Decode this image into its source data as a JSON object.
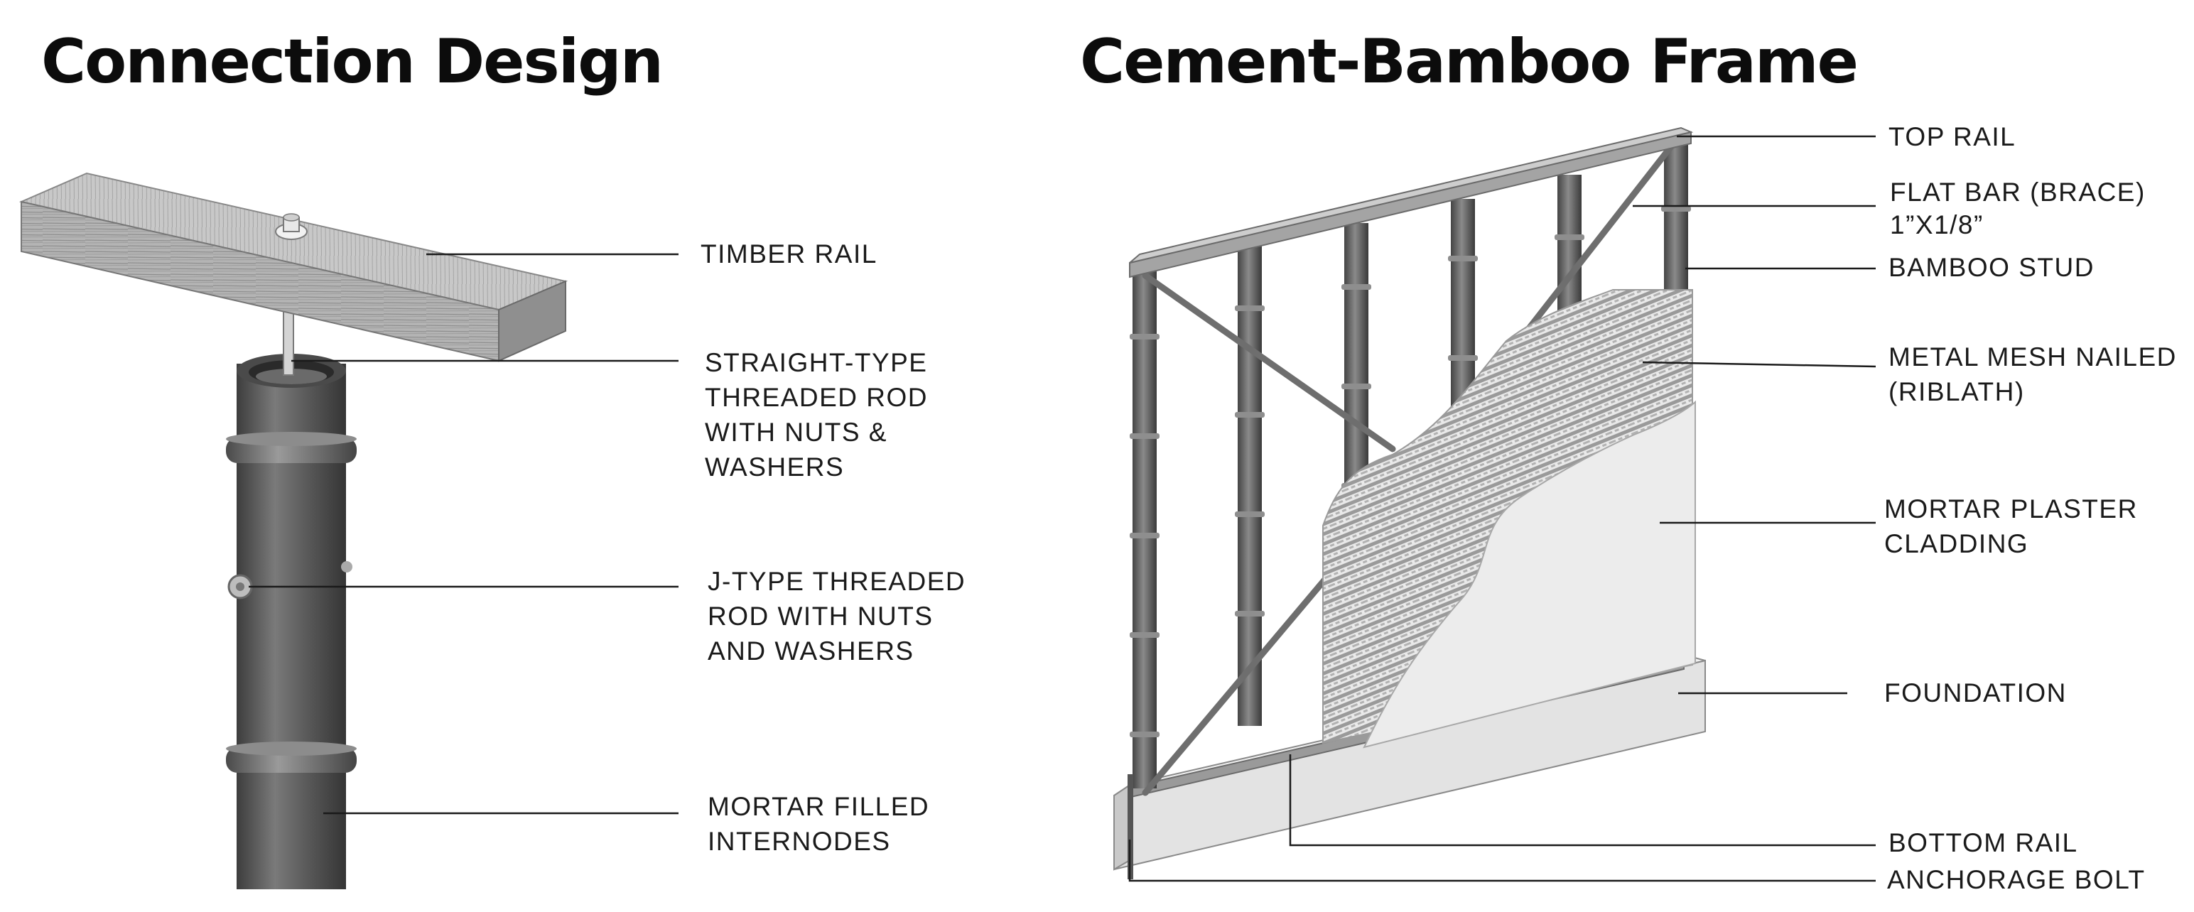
{
  "titles": {
    "left": "Connection Design",
    "right": "Cement-Bamboo Frame"
  },
  "connection_labels": {
    "timber_rail": [
      "TIMBER RAIL"
    ],
    "straight_rod": [
      "STRAIGHT-TYPE",
      "THREADED ROD",
      "WITH NUTS &",
      "WASHERS"
    ],
    "j_rod": [
      "J-TYPE THREADED",
      "ROD WITH NUTS",
      "AND  WASHERS"
    ],
    "mortar_internodes": [
      "MORTAR FILLED",
      "INTERNODES"
    ]
  },
  "frame_labels": {
    "top_rail": [
      "TOP RAIL"
    ],
    "flat_bar": [
      "FLAT BAR (BRACE)",
      "1”X1/8”"
    ],
    "bamboo_stud": [
      "BAMBOO STUD"
    ],
    "metal_mesh": [
      "METAL MESH NAILED",
      "(RIBLATH)"
    ],
    "mortar_plaster": [
      "MORTAR PLASTER",
      "CLADDING"
    ],
    "foundation": [
      "FOUNDATION"
    ],
    "bottom_rail": [
      "BOTTOM RAIL"
    ],
    "anchorage_bolt": [
      "ANCHORAGE BOLT"
    ]
  },
  "colors": {
    "bamboo": "#5a5a5a",
    "timber": "#a9a9a9",
    "foundation": "#d8d8d8",
    "plaster": "#e6e6e6",
    "leader": "#1a1a1a"
  }
}
